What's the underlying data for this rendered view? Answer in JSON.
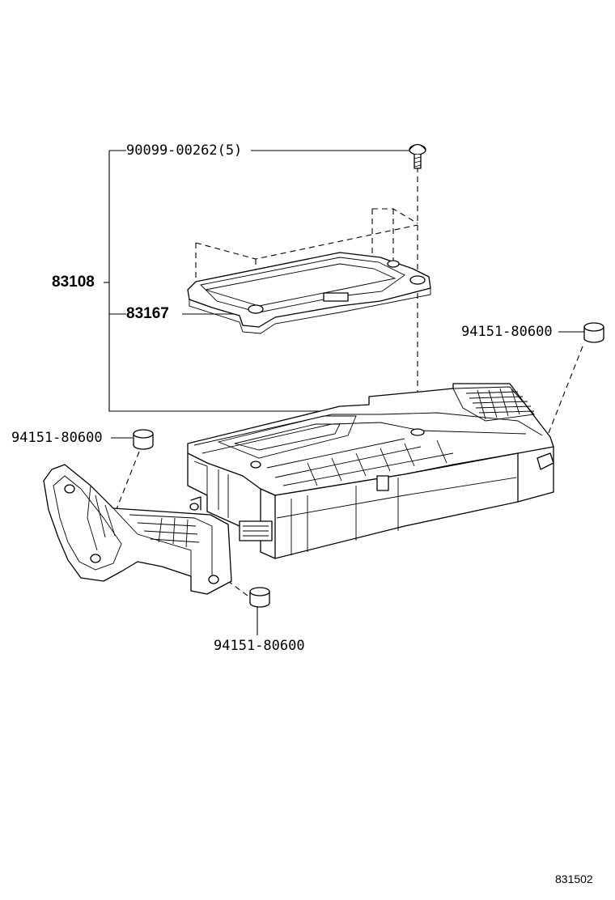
{
  "labels": {
    "screw": "90099-00262(5)",
    "assembly": "83108",
    "cover": "83167",
    "clip_right": "94151-80600",
    "clip_left": "94151-80600",
    "clip_bottom": "94151-80600",
    "figure_id": "831502"
  }
}
